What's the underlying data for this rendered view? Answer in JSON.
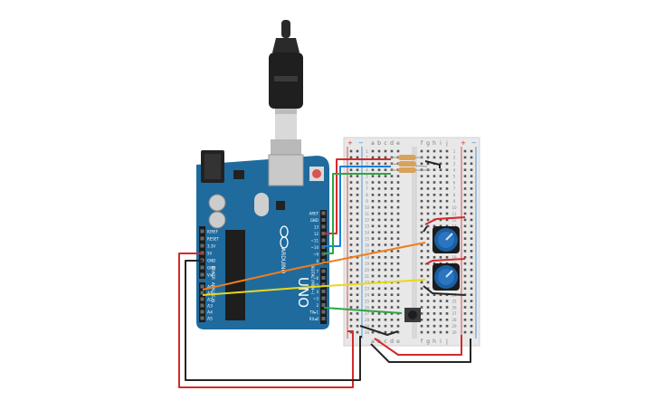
{
  "board": {
    "brand": "ARDUINO",
    "model": "UNO",
    "power_header_labels": [
      "IOREF",
      "RESET",
      "3.3V",
      "5V",
      "GND",
      "GND",
      "Vin"
    ],
    "analog_header_labels": [
      "A0",
      "A1",
      "A2",
      "A3",
      "A4",
      "A5"
    ],
    "digital_header_labels": [
      "AREF",
      "GND",
      "13",
      "12",
      "~11",
      "~10",
      "~9",
      "8",
      "7",
      "~6",
      "~5",
      "4",
      "~3",
      "2",
      "TX▸1",
      "RX◂0"
    ],
    "power_section_label": "POWER",
    "analog_section_label": "ANALOG IN",
    "digital_section_label": "DIGITAL (PWM~)"
  },
  "breadboard": {
    "column_letters_left": [
      "a",
      "b",
      "c",
      "d",
      "e"
    ],
    "column_letters_right": [
      "f",
      "g",
      "h",
      "i",
      "j"
    ],
    "rail_plus": "+",
    "rail_minus": "−",
    "row_numbers": [
      "1",
      "2",
      "3",
      "4",
      "5",
      "6",
      "7",
      "8",
      "9",
      "10",
      "11",
      "12",
      "13",
      "14",
      "15",
      "16",
      "17",
      "18",
      "19",
      "20",
      "21",
      "22",
      "23",
      "24",
      "25",
      "26",
      "27",
      "28",
      "29",
      "30"
    ]
  },
  "wire_colors": {
    "red": "#d42a2a",
    "black": "#262626",
    "blue": "#1f7fd6",
    "green": "#2fa640",
    "orange": "#ee7d1c",
    "yellow": "#e9d71c"
  },
  "component_colors": {
    "board": "#1f6b9e",
    "breadboard": "#e8e8e8",
    "resistor_body": "#d9a25a",
    "potentiometer": "#1a5fa3",
    "button": "#3a3a3a",
    "reset_button": "#d9534f"
  },
  "components": [
    "usb-cable",
    "arduino-uno",
    "breadboard",
    "resistor",
    "resistor",
    "resistor",
    "potentiometer",
    "potentiometer",
    "pushbutton"
  ]
}
